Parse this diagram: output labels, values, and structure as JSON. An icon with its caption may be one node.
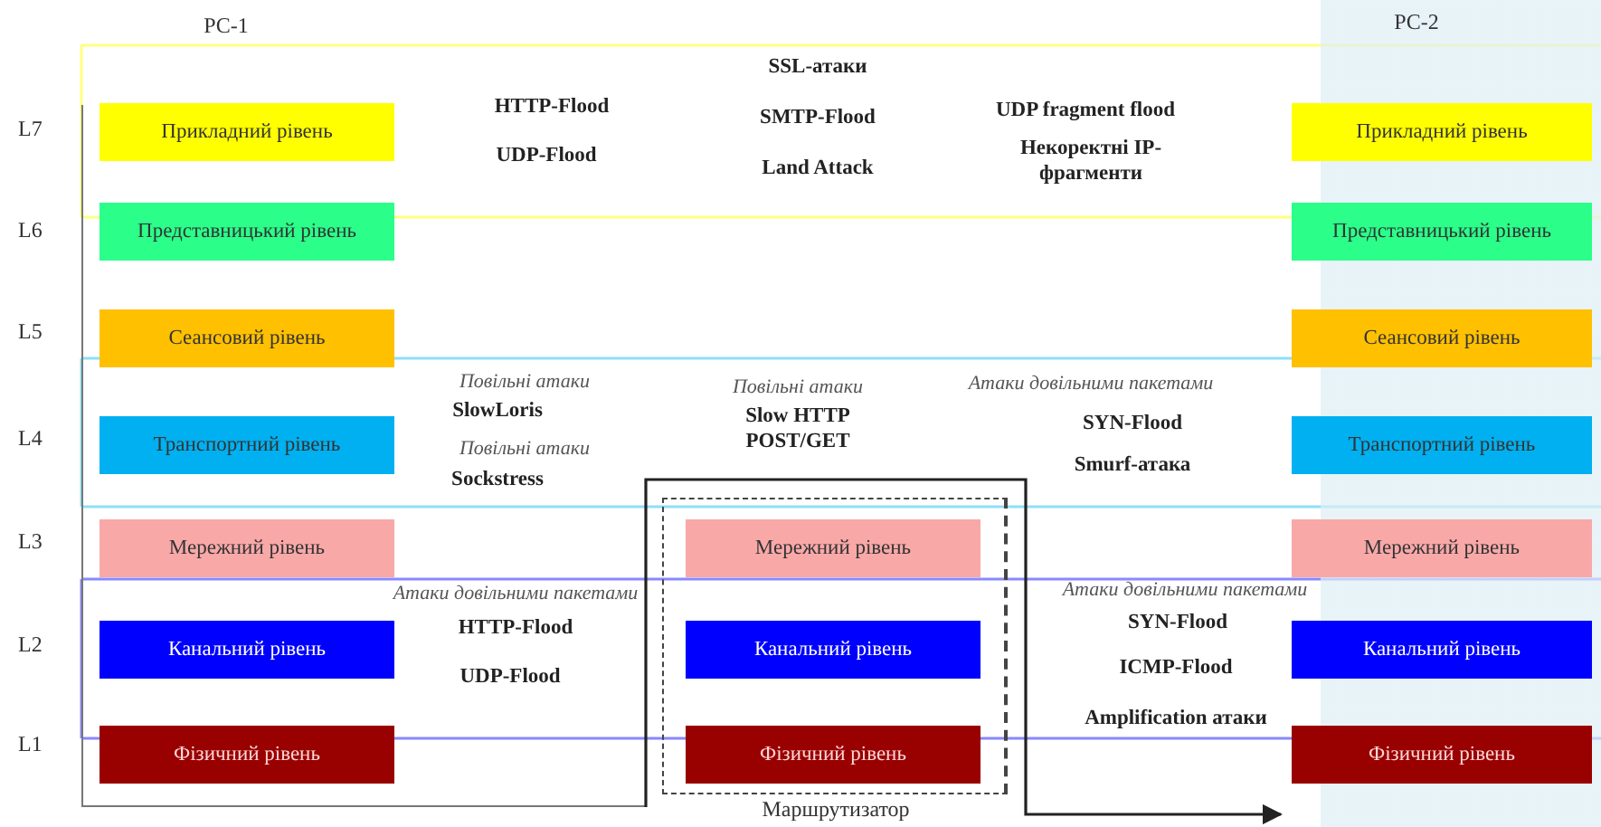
{
  "diagram": {
    "nodes": [
      {
        "text": [
          "PC-1"
        ]
      },
      {
        "text": [
          "Прикладний рівень"
        ],
        "in": 0
      },
      {
        "text": [
          "Представницький рівень"
        ],
        "in": 0
      },
      {
        "text": [
          "Сеансовий рівень"
        ],
        "in": 0
      },
      {
        "text": [
          "Транспортний рівень"
        ],
        "in": 0
      },
      {
        "text": [
          "Мережний рівень"
        ],
        "in": 0
      },
      {
        "text": [
          "Канальний рівень"
        ],
        "in": 0
      },
      {
        "text": [
          "Фізичний рівень"
        ],
        "in": 0
      },
      {
        "text": [
          "Маршрутизатор"
        ]
      },
      {
        "text": [
          "Мережний рівень"
        ],
        "in": 8
      },
      {
        "text": [
          "Канальний рівень"
        ],
        "in": 8
      },
      {
        "text": [
          "Фізичний рівень"
        ],
        "in": 8
      },
      {
        "text": [
          "PC-2"
        ]
      },
      {
        "text": [
          "Прикладний рівень"
        ],
        "in": 12
      },
      {
        "text": [
          "Представницький рівень"
        ],
        "in": 12
      },
      {
        "text": [
          "Сеансовий рівень"
        ],
        "in": 12
      },
      {
        "text": [
          "Транспортний рівень"
        ],
        "in": 12
      },
      {
        "text": [
          "Мережний рівень"
        ],
        "in": 12
      },
      {
        "text": [
          "Канальний рівень"
        ],
        "in": 12
      },
      {
        "text": [
          "Фізичний рівень"
        ],
        "in": 12
      }
    ],
    "edges": [
      {
        "from": 0,
        "to": 12,
        "arrow": "to"
      }
    ],
    "labels": [
      "L7",
      "L6",
      "L5",
      "L4",
      "L3",
      "L2",
      "L1",
      "HTTP-Flood",
      "UDP-Flood",
      "SSL-атаки",
      "SMTP-Flood",
      "Land Attack",
      "UDP fragment flood",
      "Некоректні IP-фрагменти",
      "Повільні атаки",
      "SlowLoris",
      "Повільні атаки",
      "Sockstress",
      "Повільні атаки",
      "Slow HTTP POST/GET",
      "Атаки довільними пакетами",
      "SYN-Flood",
      "Smurf-атака",
      "Атаки довільними пакетами",
      "HTTP-Flood",
      "UDP-Flood",
      "Атаки довільними пакетами",
      "SYN-Flood",
      "ICMP-Flood",
      "Amplification атаки"
    ]
  }
}
